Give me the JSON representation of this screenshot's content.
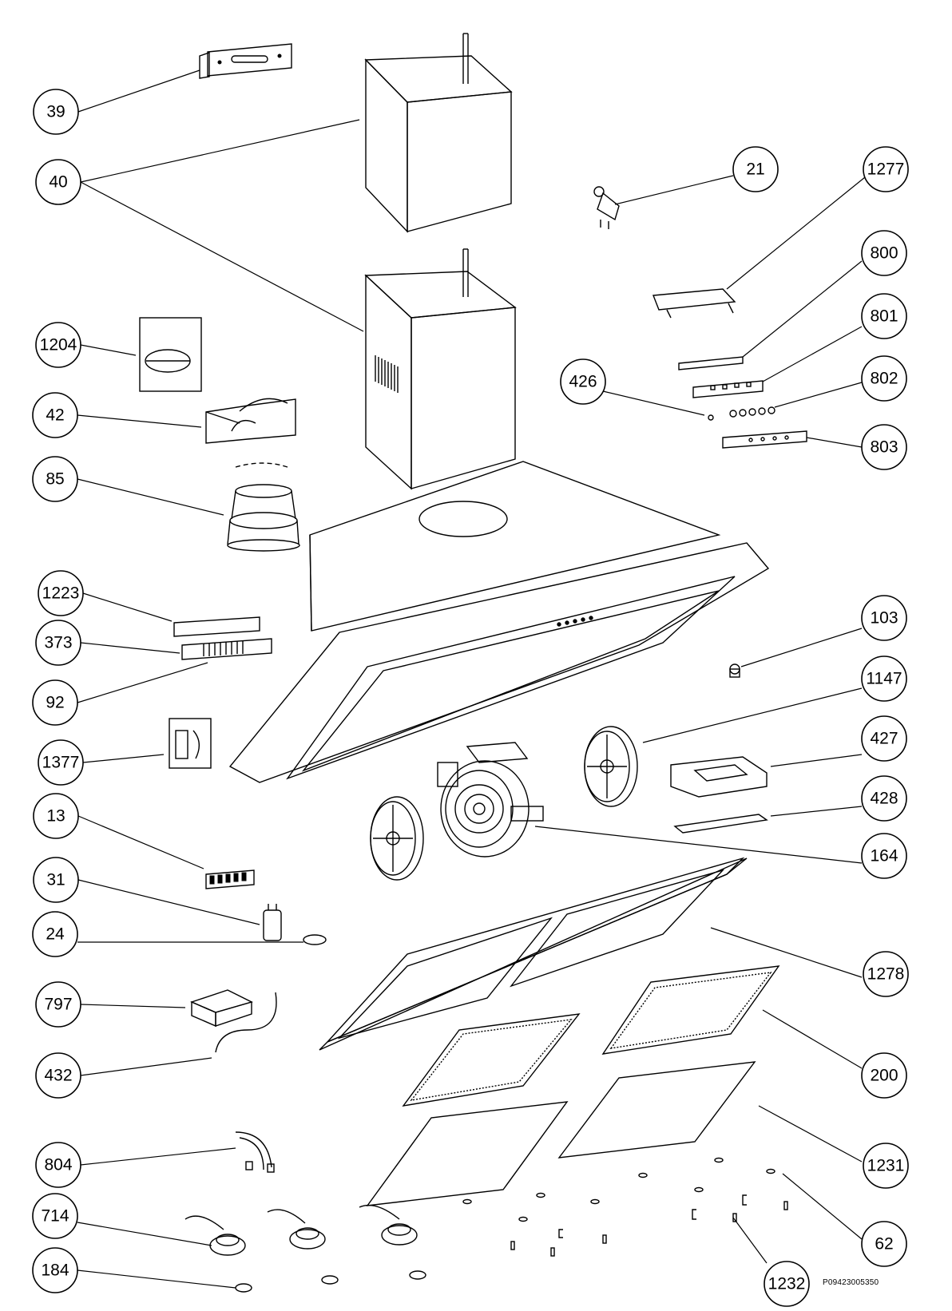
{
  "diagram": {
    "document_code": "P09423005350",
    "callouts": [
      {
        "id": "c39",
        "label": "39"
      },
      {
        "id": "c40",
        "label": "40"
      },
      {
        "id": "c1204",
        "label": "1204"
      },
      {
        "id": "c42",
        "label": "42"
      },
      {
        "id": "c85",
        "label": "85"
      },
      {
        "id": "c1223",
        "label": "1223"
      },
      {
        "id": "c373",
        "label": "373"
      },
      {
        "id": "c92",
        "label": "92"
      },
      {
        "id": "c1377",
        "label": "1377"
      },
      {
        "id": "c13",
        "label": "13"
      },
      {
        "id": "c31",
        "label": "31"
      },
      {
        "id": "c24",
        "label": "24"
      },
      {
        "id": "c797",
        "label": "797"
      },
      {
        "id": "c432",
        "label": "432"
      },
      {
        "id": "c804",
        "label": "804"
      },
      {
        "id": "c714",
        "label": "714"
      },
      {
        "id": "c184",
        "label": "184"
      },
      {
        "id": "c21",
        "label": "21"
      },
      {
        "id": "c1277",
        "label": "1277"
      },
      {
        "id": "c800",
        "label": "800"
      },
      {
        "id": "c801",
        "label": "801"
      },
      {
        "id": "c426",
        "label": "426"
      },
      {
        "id": "c802",
        "label": "802"
      },
      {
        "id": "c803",
        "label": "803"
      },
      {
        "id": "c103",
        "label": "103"
      },
      {
        "id": "c1147",
        "label": "1147"
      },
      {
        "id": "c427",
        "label": "427"
      },
      {
        "id": "c428",
        "label": "428"
      },
      {
        "id": "c164",
        "label": "164"
      },
      {
        "id": "c1278",
        "label": "1278"
      },
      {
        "id": "c200",
        "label": "200"
      },
      {
        "id": "c1231",
        "label": "1231"
      },
      {
        "id": "c62",
        "label": "62"
      },
      {
        "id": "c1232",
        "label": "1232"
      }
    ]
  }
}
